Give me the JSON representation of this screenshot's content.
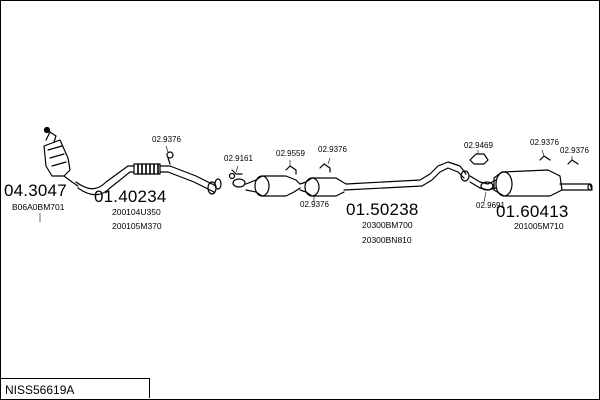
{
  "diagram": {
    "part_numbers": {
      "front": "04.3047",
      "front_pipe": "01.40234",
      "middle": "01.50238",
      "rear": "01.60413"
    },
    "oem_refs": {
      "front": [
        "B06A0BM701"
      ],
      "front_pipe": [
        "200104U350",
        "200105M370"
      ],
      "middle": [
        "20300BM700",
        "20300BN810"
      ],
      "rear": [
        "201005M710"
      ]
    },
    "clips": {
      "c1": "02.9376",
      "c2": "02.9161",
      "c3": "02.9559",
      "c4": "02.9376",
      "c5": "02.9376",
      "c6": "02.9469",
      "c7": "02.9376",
      "c8": "02.9376",
      "c9": "02.9691"
    }
  },
  "footer": {
    "kit_code": "NISS56619A"
  }
}
